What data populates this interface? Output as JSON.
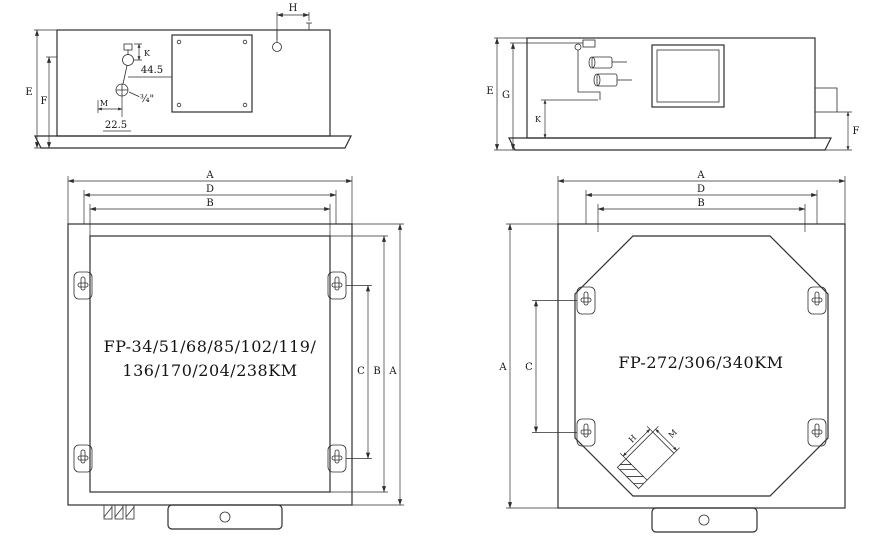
{
  "views": {
    "side_left": {
      "labels": {
        "E": "E",
        "F": "F",
        "H": "H",
        "K": "K",
        "M": "M",
        "d1": "44.5",
        "d2": "22.5",
        "d3": "¾\""
      }
    },
    "side_right": {
      "labels": {
        "E": "E",
        "G": "G",
        "K": "K",
        "F": "F"
      }
    },
    "plan_left": {
      "labels": {
        "A_top": "A",
        "D_top": "D",
        "B_top": "B",
        "C_side": "C",
        "B_side": "B",
        "A_side": "A"
      },
      "model_line1": "FP-34/51/68/85/102/119/",
      "model_line2": "136/170/204/238KM"
    },
    "plan_right": {
      "labels": {
        "A_top": "A",
        "D_top": "D",
        "B_top": "B",
        "A_side": "A",
        "C_side": "C",
        "H": "H",
        "M": "M"
      },
      "model": "FP-272/306/340KM"
    }
  }
}
